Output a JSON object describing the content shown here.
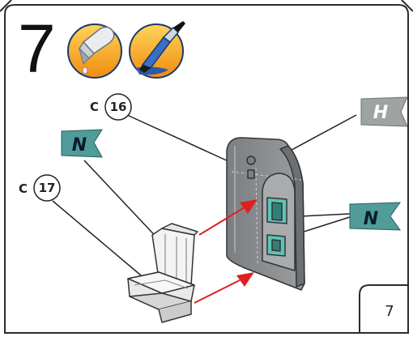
{
  "step": {
    "number": "7"
  },
  "tools": [
    {
      "name": "glue-bottle-icon"
    },
    {
      "name": "paintbrush-icon"
    }
  ],
  "parts": [
    {
      "prefix": "C",
      "number": "16"
    },
    {
      "prefix": "C",
      "number": "17"
    }
  ],
  "color_flags": {
    "seat_flag": "N",
    "panel_flag": "N",
    "top_flag": "H"
  },
  "page": {
    "number": "7"
  },
  "colors": {
    "frame_stroke": "#2b2b2b",
    "icon_orange": "#f3a21a",
    "flag_teal": "#4f9c9a",
    "flag_grey": "#9ea3a3",
    "panel_grey": "#8a8c8e",
    "arrow_red": "#e02020"
  }
}
